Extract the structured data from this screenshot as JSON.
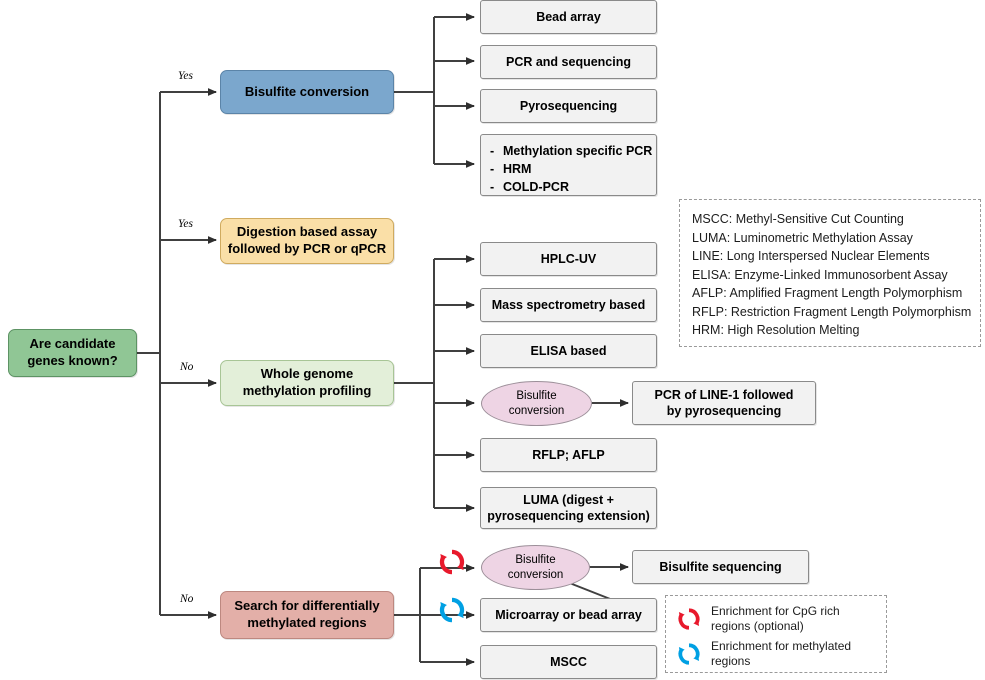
{
  "diagram": {
    "title": "DNA methylation analysis method selection flowchart",
    "root": {
      "label": "Are candidate genes known?",
      "color": "#90c695"
    },
    "branches": [
      {
        "label": "Yes",
        "target": "Bisulfite conversion"
      },
      {
        "label": "Yes",
        "target": "Digestion based assay followed by PCR or qPCR"
      },
      {
        "label": "No",
        "target": "Whole genome methylation profiling"
      },
      {
        "label": "No",
        "target": "Search for differentially methylated regions"
      }
    ],
    "nodes": {
      "bisulfite_conversion": {
        "label": "Bisulfite conversion",
        "color": "#7ba7cd"
      },
      "digestion_assay": {
        "label": "Digestion based assay\nfollowed by PCR or qPCR",
        "line1": "Digestion based assay",
        "line2": "followed by PCR or qPCR",
        "color": "#fadfa7"
      },
      "whole_genome": {
        "line1": "Whole genome",
        "line2": "methylation profiling",
        "color": "#e3efd9"
      },
      "search_dmr": {
        "line1": "Search for differentially",
        "line2": "methylated regions",
        "color": "#e3afa8"
      }
    },
    "bisulfite_outputs": [
      {
        "label": "Bead array"
      },
      {
        "label": "PCR and sequencing"
      },
      {
        "label": "Pyrosequencing"
      }
    ],
    "bisulfite_bullets": {
      "dash": "-",
      "items": [
        "Methylation specific PCR",
        "HRM",
        "COLD-PCR"
      ]
    },
    "whole_genome_outputs": [
      {
        "label": "HPLC-UV"
      },
      {
        "label": "Mass spectrometry based"
      },
      {
        "label": "ELISA based"
      },
      {
        "label": "Bisulfite conversion",
        "type": "ellipse",
        "line1": "Bisulfite",
        "line2": "conversion"
      },
      {
        "label": "RFLP; AFLP"
      },
      {
        "line1": "LUMA (digest +",
        "line2": "pyrosequencing extension)"
      }
    ],
    "line1_output": {
      "line1": "PCR of LINE-1 followed",
      "line2": "by pyrosequencing"
    },
    "dmr_outputs": [
      {
        "label": "Bisulfite conversion",
        "type": "ellipse",
        "line1": "Bisulfite",
        "line2": "conversion",
        "icon": "red-cycle-icon"
      },
      {
        "label": "Microarray or bead array",
        "icon": "blue-cycle-icon"
      },
      {
        "label": "MSCC",
        "icon": null
      }
    ],
    "dmr_terminal": {
      "label": "Bisulfite sequencing"
    },
    "abbreviations": [
      "MSCC: Methyl-Sensitive Cut Counting",
      "LUMA: Luminometric Methylation Assay",
      "LINE: Long Interspersed Nuclear Elements",
      "ELISA: Enzyme-Linked Immunosorbent Assay",
      "AFLP: Amplified Fragment Length Polymorphism",
      "RFLP: Restriction Fragment Length Polymorphism",
      "HRM: High Resolution Melting"
    ],
    "legend": [
      {
        "icon": "red-cycle-icon",
        "color": "#e8192c",
        "line1": "Enrichment for CpG rich",
        "line2": "regions (optional)"
      },
      {
        "icon": "blue-cycle-icon",
        "color": "#00a0e3",
        "line1": "Enrichment for methylated",
        "line2": "regions"
      }
    ],
    "colors": {
      "edge": "#404040",
      "red_icon": "#e8192c",
      "blue_icon": "#00a0e3",
      "ellipse_fill": "#eed4e4"
    }
  }
}
